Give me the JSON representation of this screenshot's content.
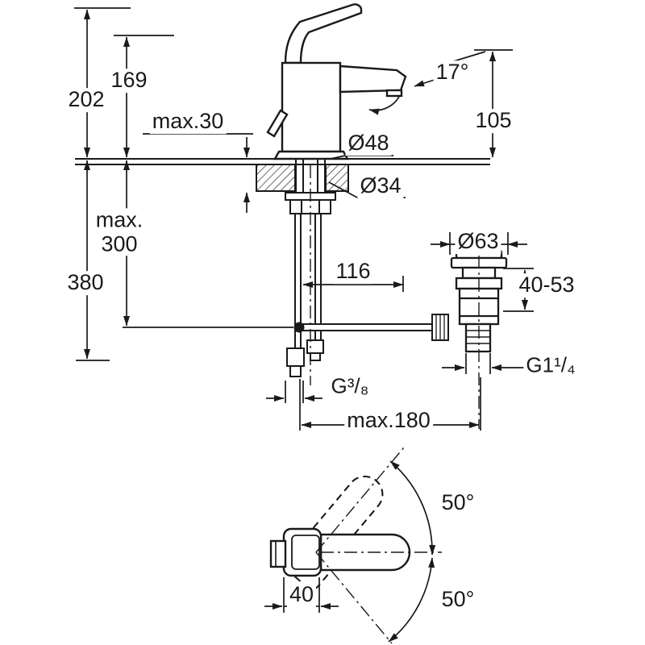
{
  "colors": {
    "line": "#1a1a1a",
    "background": "#ffffff"
  },
  "labels": {
    "overall_height": "202",
    "spout_top_height": "169",
    "max_deck_thickness": "max.30",
    "spout_angle": "17°",
    "outlet_height": "105",
    "base_diameter": "Ø48",
    "hole_diameter": "Ø34",
    "max_word": "max.",
    "max_hose_depth": "300",
    "total_height": "380",
    "spout_reach": "116",
    "waste_flange_diameter": "Ø63",
    "waste_adjustment": "40-53",
    "waste_thread": "G1¹/₄",
    "supply_thread": "G³/₈",
    "max_rod_reach": "max.180",
    "swing_upper": "50°",
    "swing_lower": "50°",
    "handle_width": "40"
  }
}
